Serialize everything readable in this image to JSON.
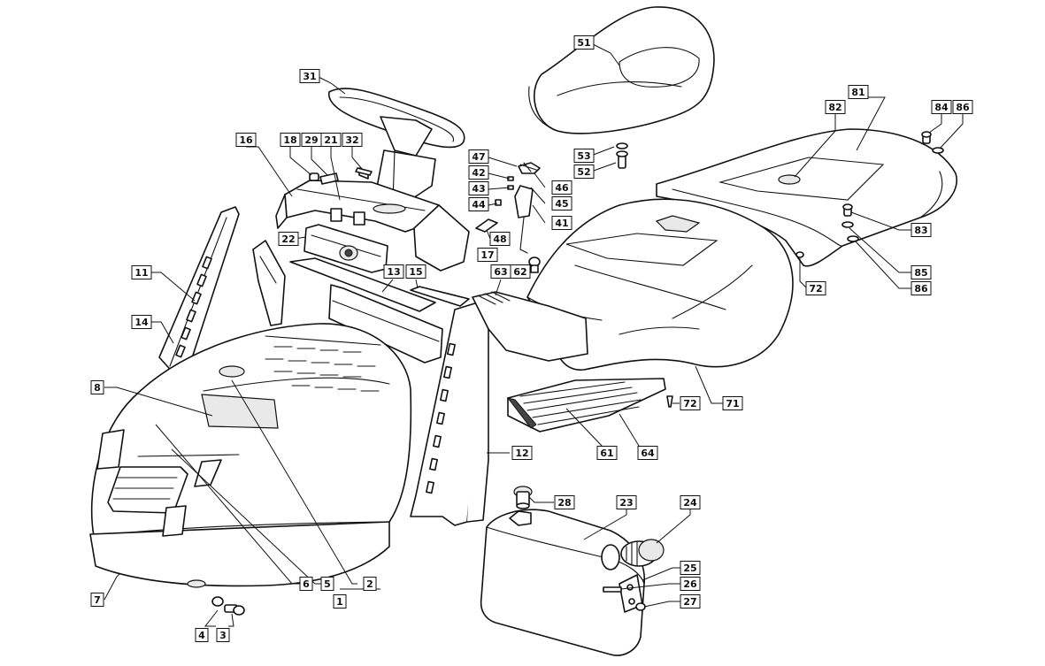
{
  "diagram": {
    "callouts": [
      {
        "id": "c51",
        "label": "51"
      },
      {
        "id": "c31",
        "label": "31"
      },
      {
        "id": "c81",
        "label": "81"
      },
      {
        "id": "c82",
        "label": "82"
      },
      {
        "id": "c84",
        "label": "84"
      },
      {
        "id": "c86a",
        "label": "86"
      },
      {
        "id": "c16",
        "label": "16"
      },
      {
        "id": "c18",
        "label": "18"
      },
      {
        "id": "c29",
        "label": "29"
      },
      {
        "id": "c21",
        "label": "21"
      },
      {
        "id": "c32",
        "label": "32"
      },
      {
        "id": "c47",
        "label": "47"
      },
      {
        "id": "c42",
        "label": "42"
      },
      {
        "id": "c43",
        "label": "43"
      },
      {
        "id": "c44",
        "label": "44"
      },
      {
        "id": "c46",
        "label": "46"
      },
      {
        "id": "c45",
        "label": "45"
      },
      {
        "id": "c41",
        "label": "41"
      },
      {
        "id": "c53",
        "label": "53"
      },
      {
        "id": "c52",
        "label": "52"
      },
      {
        "id": "c22",
        "label": "22"
      },
      {
        "id": "c48",
        "label": "48"
      },
      {
        "id": "c17",
        "label": "17"
      },
      {
        "id": "c62",
        "label": "62"
      },
      {
        "id": "c63",
        "label": "63"
      },
      {
        "id": "c13",
        "label": "13"
      },
      {
        "id": "c15",
        "label": "15"
      },
      {
        "id": "c11",
        "label": "11"
      },
      {
        "id": "c14",
        "label": "14"
      },
      {
        "id": "c83",
        "label": "83"
      },
      {
        "id": "c85",
        "label": "85"
      },
      {
        "id": "c86b",
        "label": "86"
      },
      {
        "id": "c72a",
        "label": "72"
      },
      {
        "id": "c8",
        "label": "8"
      },
      {
        "id": "c72b",
        "label": "72"
      },
      {
        "id": "c71",
        "label": "71"
      },
      {
        "id": "c12",
        "label": "12"
      },
      {
        "id": "c61",
        "label": "61"
      },
      {
        "id": "c64",
        "label": "64"
      },
      {
        "id": "c28",
        "label": "28"
      },
      {
        "id": "c23",
        "label": "23"
      },
      {
        "id": "c24",
        "label": "24"
      },
      {
        "id": "c25",
        "label": "25"
      },
      {
        "id": "c26",
        "label": "26"
      },
      {
        "id": "c27",
        "label": "27"
      },
      {
        "id": "c7",
        "label": "7"
      },
      {
        "id": "c6",
        "label": "6"
      },
      {
        "id": "c5",
        "label": "5"
      },
      {
        "id": "c2",
        "label": "2"
      },
      {
        "id": "c1",
        "label": "1"
      },
      {
        "id": "c4",
        "label": "4"
      },
      {
        "id": "c3",
        "label": "3"
      }
    ]
  }
}
